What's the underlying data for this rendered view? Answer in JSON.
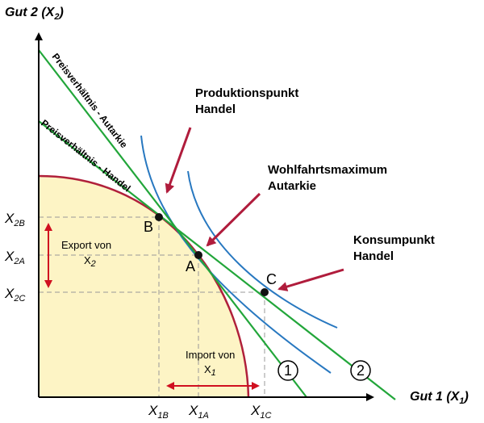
{
  "axes": {
    "y_title": "Gut 2 (X",
    "y_title_sub": "2",
    "y_title_close": ")",
    "x_title": "Gut 1 (X",
    "x_title_sub": "1",
    "x_title_close": ")"
  },
  "ticks": {
    "x2b": {
      "base": "X",
      "sub": "2B"
    },
    "x2a": {
      "base": "X",
      "sub": "2A"
    },
    "x2c": {
      "base": "X",
      "sub": "2C"
    },
    "x1b": {
      "base": "X",
      "sub": "1B"
    },
    "x1a": {
      "base": "X",
      "sub": "1A"
    },
    "x1c": {
      "base": "X",
      "sub": "1C"
    }
  },
  "points": {
    "a": "A",
    "b": "B",
    "c": "C"
  },
  "lines": {
    "autarkie": "Preisverhältnis - Autarkie",
    "handel": "Preisverhältnis - Handel"
  },
  "annotations": {
    "produktion": [
      "Produktionspunkt",
      "Handel"
    ],
    "wohlfahrt": [
      "Wohlfahrtsmaximum",
      "Autarkie"
    ],
    "konsum": [
      "Konsumpunkt",
      "Handel"
    ],
    "export": {
      "line1": "Export von",
      "base": "X",
      "sub": "2"
    },
    "import": {
      "line1": "Import von",
      "base": "X",
      "sub": "1"
    }
  },
  "curve_labels": {
    "one": "1",
    "two": "2"
  },
  "colors": {
    "fill": "#fdf4c5",
    "curve": "#b0203a",
    "green": "#22a63a",
    "blue": "#2878c0",
    "arrow": "#b01c3c",
    "axis": "#000000",
    "guide": "#999999"
  }
}
